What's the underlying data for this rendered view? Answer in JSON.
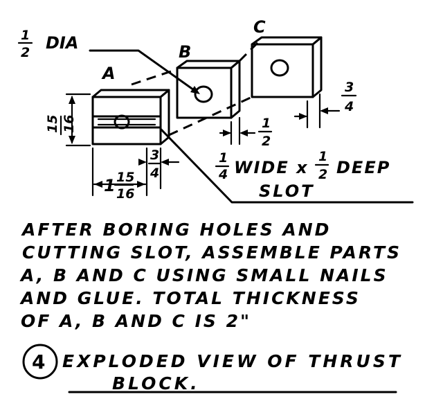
{
  "labels": {
    "part_a": "A",
    "part_b": "B",
    "part_c": "C",
    "hole": "DIA"
  },
  "dimensions": {
    "hole_diameter": "1/2",
    "height_a": "15/16",
    "width_a_whole": "1",
    "width_a_frac": "15/16",
    "depth_a": "3/4",
    "thickness_b": "1/2",
    "thickness_c": "3/4",
    "slot_width": "1/4",
    "slot_depth": "1/2",
    "slot_label_wide": "WIDE x",
    "slot_label_deep": "DEEP",
    "slot_label": "SLOT"
  },
  "instructions": [
    "AFTER BORING HOLES AND",
    "CUTTING SLOT, ASSEMBLE PARTS",
    "A, B AND C USING SMALL NAILS",
    "AND GLUE. TOTAL THICKNESS",
    "OF A, B AND C IS 2\""
  ],
  "caption": {
    "number": "4",
    "line1": "EXPLODED VIEW OF THRUST",
    "line2": "BLOCK."
  },
  "fractions": {
    "half": {
      "num": "1",
      "den": "2"
    },
    "three_quarter": {
      "num": "3",
      "den": "4"
    },
    "quarter": {
      "num": "1",
      "den": "4"
    },
    "fifteen_sixteenths": {
      "num": "15",
      "den": "16"
    }
  }
}
